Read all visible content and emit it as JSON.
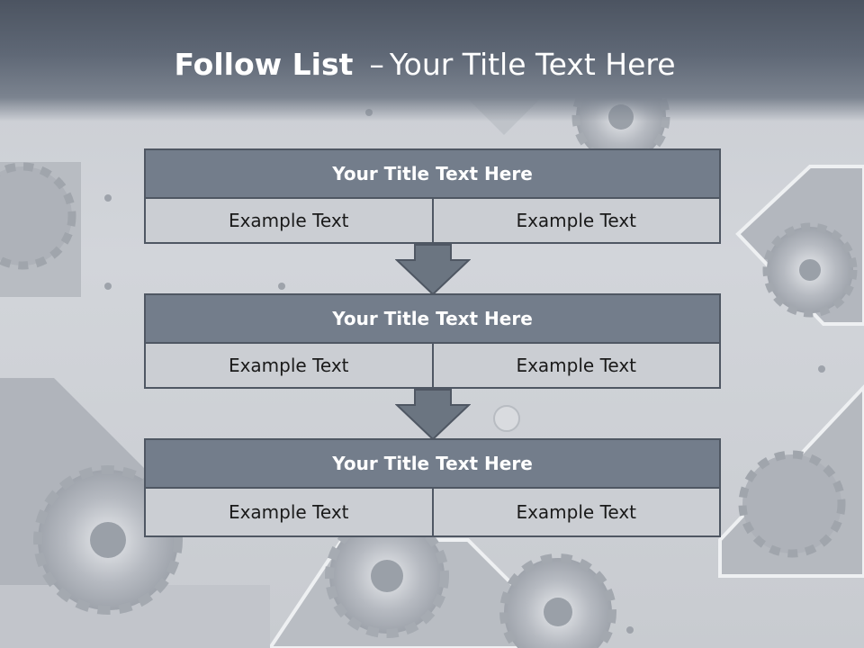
{
  "slide": {
    "title_bold": "Follow List",
    "title_separator": "–",
    "title_rest": "Your Title Text Here"
  },
  "blocks": [
    {
      "title": "Your Title Text Here",
      "left": "Example Text",
      "right": "Example Text"
    },
    {
      "title": "Your Title Text Here",
      "left": "Example Text",
      "right": "Example Text"
    },
    {
      "title": "Your Title Text Here",
      "left": "Example Text",
      "right": "Example Text"
    }
  ],
  "colors": {
    "header": "#5f6876",
    "title_box": "#737d8b",
    "cell": "#cbced3",
    "border": "#4f5763",
    "arrow": "#6b7581"
  },
  "icons": [
    "down-arrow-icon",
    "gear-icon"
  ]
}
